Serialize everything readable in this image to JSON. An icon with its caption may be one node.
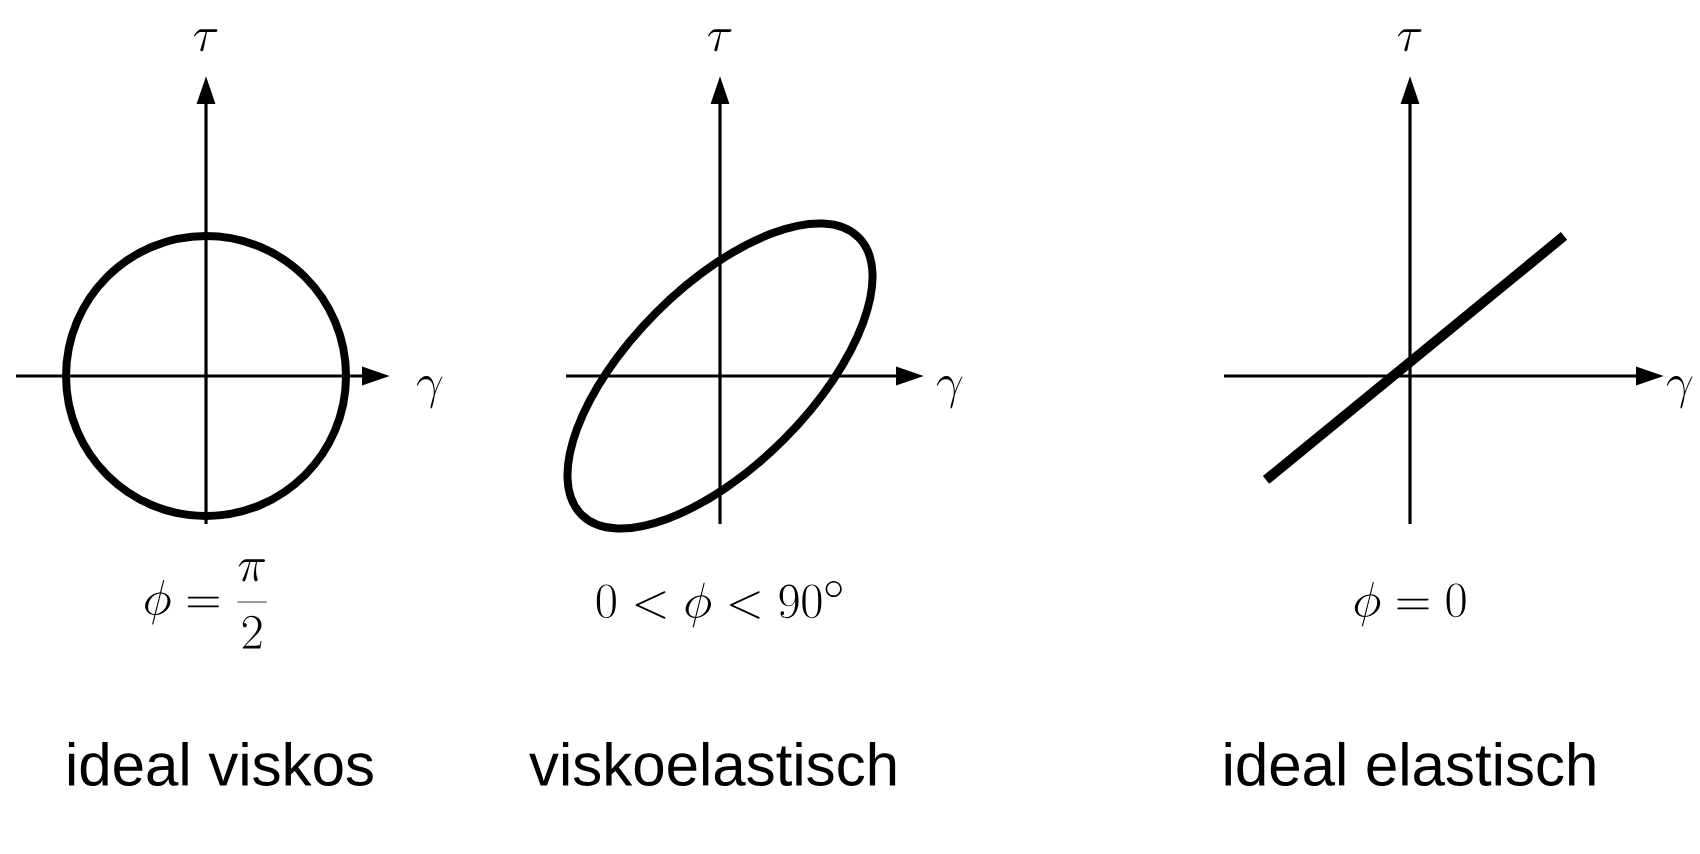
{
  "diagram": {
    "labels": [
      "\\tau",
      "\\gamma",
      "\\tau",
      "\\gamma",
      "\\tau",
      "\\gamma",
      "\\phi = \\frac{\\pi}{2}",
      "0 < \\phi < 90^{\\circ}",
      "\\phi = 0",
      "ideal viskos",
      "viskoelastisch",
      "ideal elastisch"
    ]
  }
}
